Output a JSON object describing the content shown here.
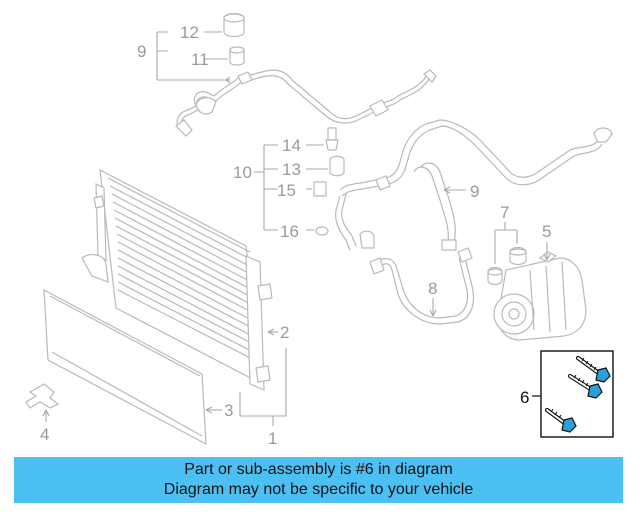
{
  "callouts": {
    "c1": "1",
    "c2": "2",
    "c3": "3",
    "c4": "4",
    "c5": "5",
    "c6": "6",
    "c7": "7",
    "c8": "8",
    "c9a": "9",
    "c9b": "9",
    "c10": "10",
    "c11": "11",
    "c12": "12",
    "c13": "13",
    "c14": "14",
    "c15": "15",
    "c16": "16"
  },
  "highlighted_part": "6",
  "banner": {
    "line1": "Part or sub-assembly is #6 in diagram",
    "line2": "Diagram may not be specific to your vehicle"
  },
  "colors": {
    "banner_bg": "#4cc0f3",
    "faded_line": "#b9b9b9",
    "highlight_line": "#111111",
    "bolt_accent": "#2d9fd8"
  }
}
